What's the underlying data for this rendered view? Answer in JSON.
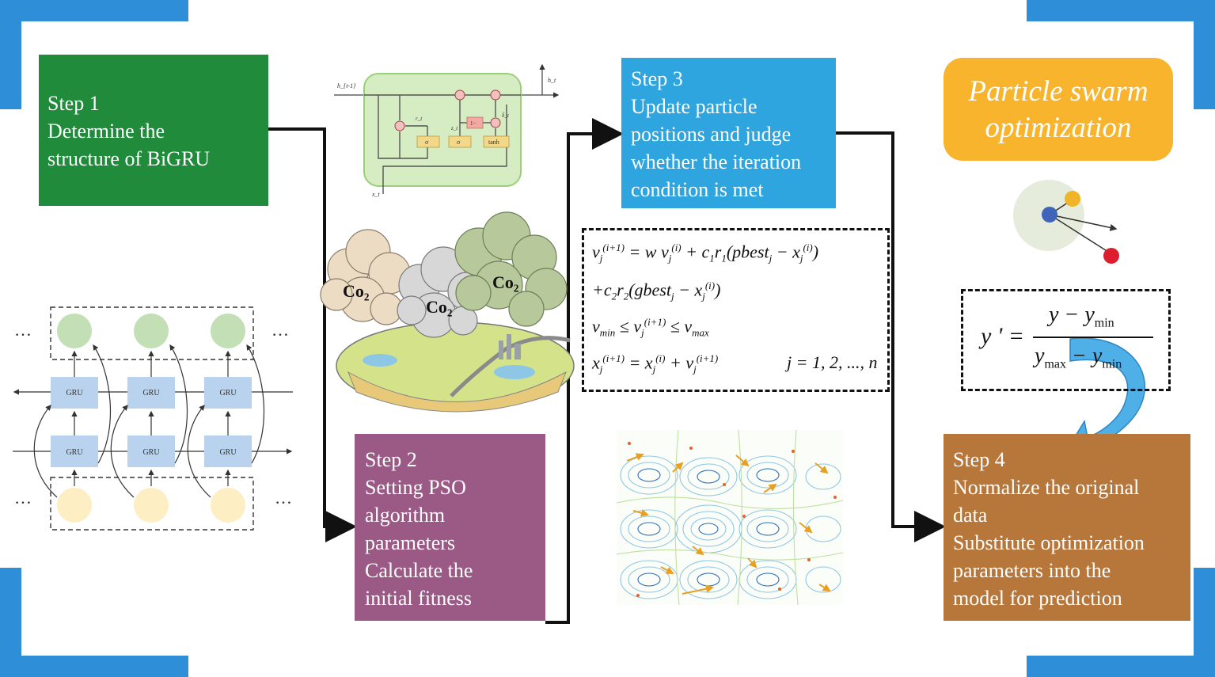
{
  "steps": {
    "step1": {
      "title": "Step 1",
      "lines": [
        "Determine the",
        "structure of BiGRU"
      ]
    },
    "step2": {
      "title": "Step 2",
      "lines": [
        "Setting PSO",
        "algorithm",
        "parameters",
        "Calculate the",
        "initial fitness"
      ]
    },
    "step3": {
      "title": "Step 3",
      "lines": [
        "Update particle",
        "positions  and judge",
        "whether the iteration",
        "condition is met"
      ]
    },
    "step4": {
      "title": "Step 4",
      "lines": [
        "Normalize the original",
        "data",
        "Substitute optimization",
        "parameters into the",
        "model for prediction"
      ]
    }
  },
  "pso_title": [
    "Particle swarm",
    "optimization"
  ],
  "equations": {
    "velocity": "v_j^(i+1) = w v_j^(i) + c1 r1 (pbest_j − x_j^(i)) + c2 r2 (gbest_j − x_j^(i))",
    "bounds": "v_min ≤ v_j^(i+1) ≤ v_max",
    "position": "x_j^(i+1) = x_j^(i) + v_j^(i+1)",
    "index": "j = 1, 2, ..., n",
    "normalization": "y' = (y − y_min) / (y_max − y_min)"
  },
  "gru_cell": {
    "labels": [
      "h_{t-1}",
      "h_t",
      "x_t",
      "r_t",
      "z_t",
      "σ",
      "σ",
      "tanh",
      "1−",
      "h̃_t"
    ]
  },
  "bigru": {
    "cell_label": "GRU",
    "ellipsis": "…"
  },
  "co2_labels": [
    "Co₂",
    "Co₂",
    "Co₂"
  ],
  "colors": {
    "step1": "#1f8b3b",
    "step2": "#9b5a86",
    "step3": "#2ea5de",
    "step4": "#b8773a",
    "pso": "#f7b42c",
    "corner": "#2e8fd8",
    "gru_cell": "#b9d3ee",
    "hidden_top": "#c2dfb5",
    "hidden_bottom": "#fdeec4"
  }
}
